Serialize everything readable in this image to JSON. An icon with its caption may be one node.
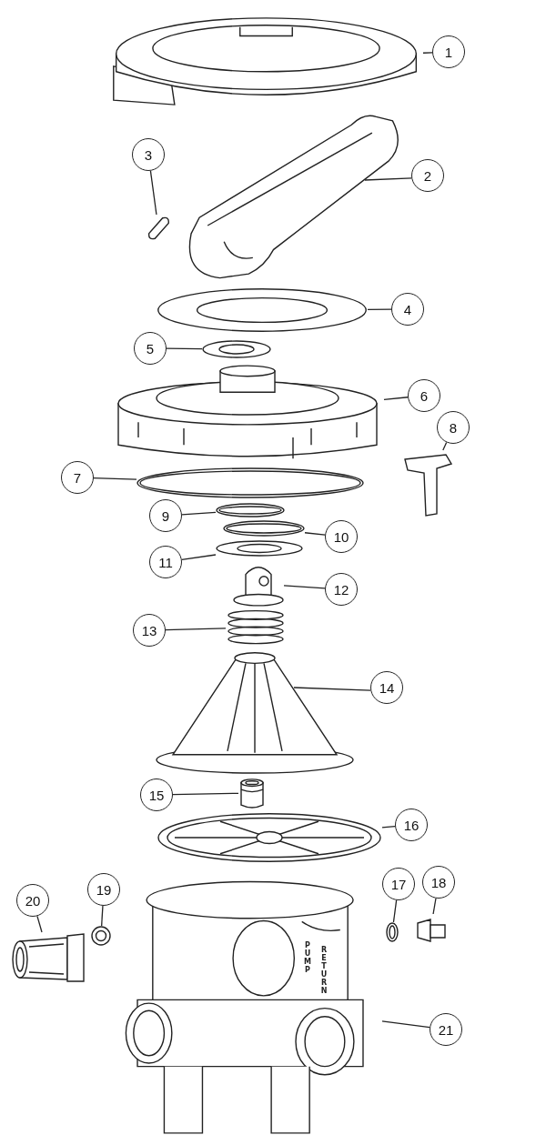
{
  "diagram": {
    "nodes": [
      {
        "text": [
          "1"
        ]
      },
      {
        "text": [],
        "shape": "picture"
      },
      {
        "text": [
          "2"
        ]
      },
      {
        "text": [],
        "shape": "picture"
      },
      {
        "text": [
          "3"
        ]
      },
      {
        "text": [],
        "shape": "picture"
      },
      {
        "text": [
          "4"
        ]
      },
      {
        "text": [],
        "shape": "picture"
      },
      {
        "text": [
          "5"
        ]
      },
      {
        "text": [],
        "shape": "picture"
      },
      {
        "text": [
          "6"
        ]
      },
      {
        "text": [],
        "shape": "picture"
      },
      {
        "text": [
          "7"
        ]
      },
      {
        "text": [],
        "shape": "picture"
      },
      {
        "text": [
          "8"
        ]
      },
      {
        "text": [],
        "shape": "picture"
      },
      {
        "text": [
          "9"
        ]
      },
      {
        "text": [],
        "shape": "picture"
      },
      {
        "text": [
          "10"
        ]
      },
      {
        "text": [],
        "shape": "picture"
      },
      {
        "text": [
          "11"
        ]
      },
      {
        "text": [],
        "shape": "picture"
      },
      {
        "text": [
          "12"
        ]
      },
      {
        "text": [],
        "shape": "picture"
      },
      {
        "text": [
          "13"
        ]
      },
      {
        "text": [],
        "shape": "picture"
      },
      {
        "text": [
          "14"
        ]
      },
      {
        "text": [],
        "shape": "picture"
      },
      {
        "text": [
          "15"
        ]
      },
      {
        "text": [],
        "shape": "picture"
      },
      {
        "text": [
          "16"
        ]
      },
      {
        "text": [],
        "shape": "picture"
      },
      {
        "text": [
          "17"
        ]
      },
      {
        "text": [],
        "shape": "picture"
      },
      {
        "text": [
          "18"
        ]
      },
      {
        "text": [],
        "shape": "picture"
      },
      {
        "text": [
          "19"
        ]
      },
      {
        "text": [],
        "shape": "picture"
      },
      {
        "text": [
          "20"
        ]
      },
      {
        "text": [],
        "shape": "picture"
      },
      {
        "text": [
          "21"
        ]
      },
      {
        "text": [],
        "shape": "picture"
      }
    ],
    "edges": [
      {
        "from": 0,
        "to": 1,
        "arrow": "none"
      },
      {
        "from": 2,
        "to": 3,
        "arrow": "none"
      },
      {
        "from": 4,
        "to": 5,
        "arrow": "none"
      },
      {
        "from": 6,
        "to": 7,
        "arrow": "none"
      },
      {
        "from": 8,
        "to": 9,
        "arrow": "none"
      },
      {
        "from": 10,
        "to": 11,
        "arrow": "none"
      },
      {
        "from": 12,
        "to": 13,
        "arrow": "none"
      },
      {
        "from": 14,
        "to": 15,
        "arrow": "none"
      },
      {
        "from": 16,
        "to": 17,
        "arrow": "none"
      },
      {
        "from": 18,
        "to": 19,
        "arrow": "none"
      },
      {
        "from": 20,
        "to": 21,
        "arrow": "none"
      },
      {
        "from": 22,
        "to": 23,
        "arrow": "none"
      },
      {
        "from": 24,
        "to": 25,
        "arrow": "none"
      },
      {
        "from": 26,
        "to": 27,
        "arrow": "none"
      },
      {
        "from": 28,
        "to": 29,
        "arrow": "none"
      },
      {
        "from": 30,
        "to": 31,
        "arrow": "none"
      },
      {
        "from": 32,
        "to": 33,
        "arrow": "none"
      },
      {
        "from": 34,
        "to": 35,
        "arrow": "none"
      },
      {
        "from": 36,
        "to": 37,
        "arrow": "none"
      },
      {
        "from": 38,
        "to": 39,
        "arrow": "none"
      },
      {
        "from": 40,
        "to": 41,
        "arrow": "none"
      }
    ],
    "labels": [
      "PUMP",
      "RETURN"
    ]
  }
}
